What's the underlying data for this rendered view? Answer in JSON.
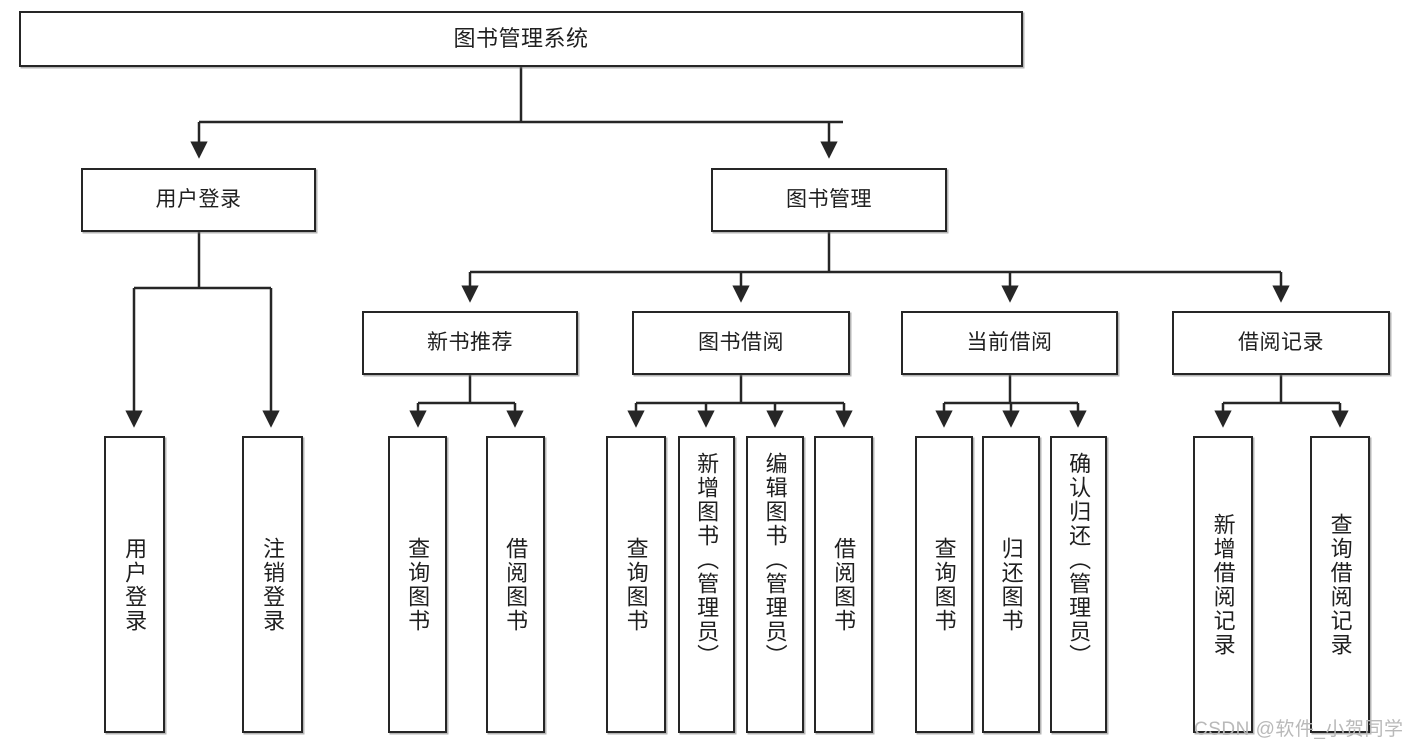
{
  "diagram": {
    "title": "图书管理系统",
    "type": "hierarchy-tree",
    "root": {
      "label": "图书管理系统"
    },
    "level2": [
      {
        "label": "用户登录"
      },
      {
        "label": "图书管理"
      }
    ],
    "level3": [
      {
        "label": "新书推荐"
      },
      {
        "label": "图书借阅"
      },
      {
        "label": "当前借阅"
      },
      {
        "label": "借阅记录"
      }
    ],
    "leaves": {
      "user_login": [
        {
          "label": "用户登录"
        },
        {
          "label": "注销登录"
        }
      ],
      "new_book_recommend": [
        {
          "label": "查询图书"
        },
        {
          "label": "借阅图书"
        }
      ],
      "book_borrow": [
        {
          "label": "查询图书"
        },
        {
          "label": "新增图书（管理员）"
        },
        {
          "label": "编辑图书（管理员）"
        },
        {
          "label": "借阅图书"
        }
      ],
      "current_borrow": [
        {
          "label": "查询图书"
        },
        {
          "label": "归还图书"
        },
        {
          "label": "确认归还（管理员）"
        }
      ],
      "borrow_record": [
        {
          "label": "新增借阅记录"
        },
        {
          "label": "查询借阅记录"
        }
      ]
    }
  },
  "watermark": {
    "text": "CSDN @软件_小贺同学"
  },
  "colors": {
    "box_border": "#262626",
    "box_fill": "#ffffff",
    "connector": "#262626",
    "text": "#1f1f1f",
    "watermark": "#b9b9b9"
  }
}
